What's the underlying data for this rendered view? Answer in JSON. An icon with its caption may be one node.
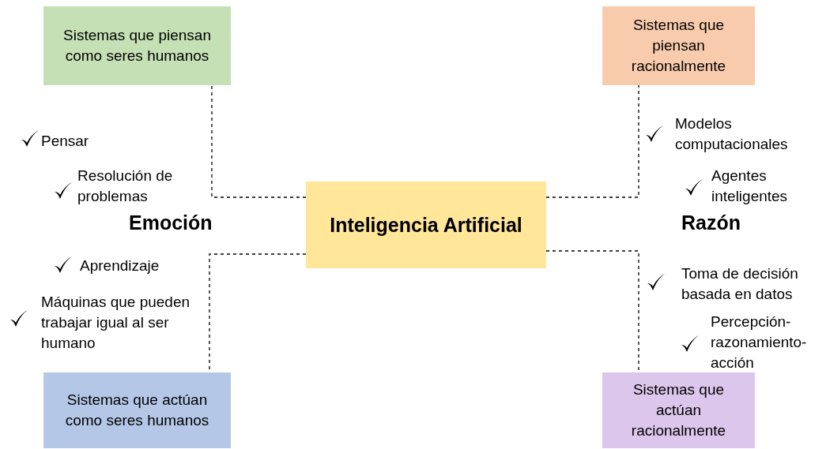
{
  "diagram": {
    "nodes": [
      {
        "text": [
          "Sistemas que piensan como seres humanos"
        ]
      },
      {
        "text": [
          "Sistemas que piensan racionalmente"
        ]
      },
      {
        "text": [
          "Inteligencia Artificial"
        ]
      },
      {
        "text": [
          "Sistemas que actúan como seres humanos"
        ]
      },
      {
        "text": [
          "Sistemas que actúan racionalmente"
        ]
      }
    ],
    "edges": [
      {
        "from": 2,
        "to": 0,
        "arrow": "none",
        "style": "dashed"
      },
      {
        "from": 2,
        "to": 1,
        "arrow": "none",
        "style": "dashed"
      },
      {
        "from": 2,
        "to": 3,
        "arrow": "none",
        "style": "dashed"
      },
      {
        "from": 2,
        "to": 4,
        "arrow": "none",
        "style": "dashed"
      }
    ],
    "labels": [
      "Pensar",
      "Resolución de problemas",
      "Emoción",
      "Aprendizaje",
      "Máquinas que pueden trabajar igual al ser humano",
      "Modelos computacionales",
      "Agentes inteligentes",
      "Razón",
      "Toma de decisión basada en datos",
      "Percepción-razonamiento-acción"
    ]
  }
}
